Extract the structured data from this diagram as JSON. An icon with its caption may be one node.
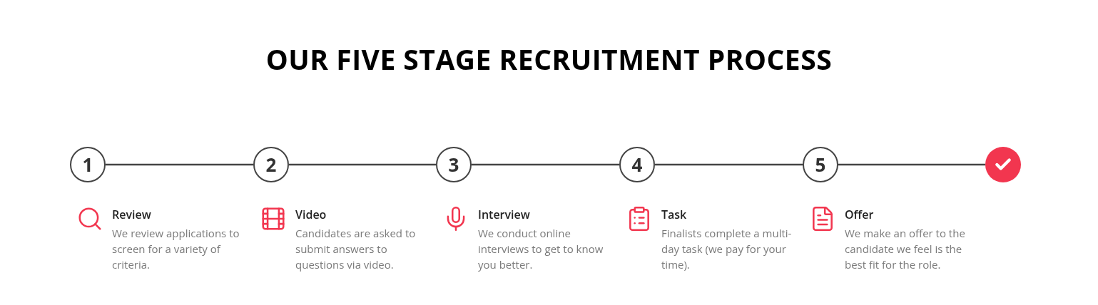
{
  "diagram": {
    "title": "OUR FIVE STAGE RECRUITMENT PROCESS",
    "nodes": [
      {
        "text": [
          "1"
        ],
        "beside": [
          "Review",
          "We review applications to screen for a variety of criteria."
        ]
      },
      {
        "text": [
          "2"
        ],
        "beside": [
          "Video",
          "Candidates are asked to submit answers to questions via video."
        ]
      },
      {
        "text": [
          "3"
        ],
        "beside": [
          "Interview",
          "We conduct online interviews to get to know you better."
        ]
      },
      {
        "text": [
          "4"
        ],
        "beside": [
          "Task",
          "Finalists complete a multi-day task (we pay for your time)."
        ]
      },
      {
        "text": [
          "5"
        ],
        "beside": [
          "Offer",
          "We make an offer to the candidate we feel is the best fit for the role."
        ]
      },
      {
        "text": [],
        "shape": "circle"
      }
    ],
    "edges": [
      {
        "from": 0,
        "to": 1,
        "arrow": "none"
      },
      {
        "from": 1,
        "to": 2,
        "arrow": "none"
      },
      {
        "from": 2,
        "to": 3,
        "arrow": "none"
      },
      {
        "from": 3,
        "to": 4,
        "arrow": "none"
      },
      {
        "from": 4,
        "to": 5,
        "arrow": "none"
      }
    ]
  }
}
